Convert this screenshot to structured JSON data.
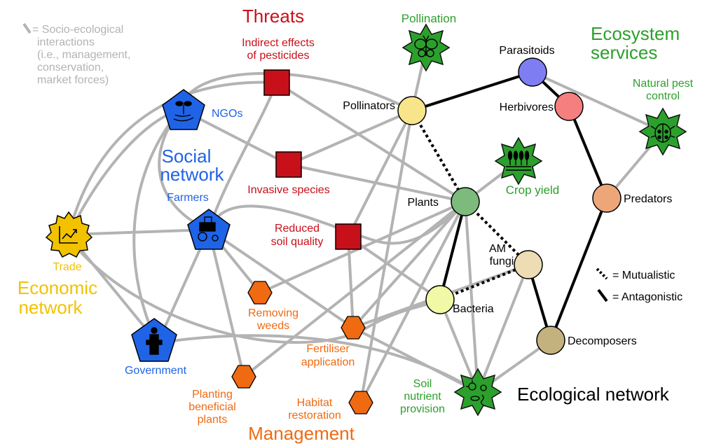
{
  "colors": {
    "threat": "#c8101a",
    "social": "#1f63e6",
    "economic": "#f2c200",
    "management": "#f06a12",
    "services": "#2ca02c",
    "ecology": "#000000",
    "interaction_line": "#b3b3b3"
  },
  "legend": {
    "interaction_line1": "= Socio-ecological",
    "interaction_line2": "interactions",
    "interaction_line3": "(i.e., management,",
    "interaction_line4": "conservation,",
    "interaction_line5": "market forces)",
    "mutualistic": "= Mutualistic",
    "antagonistic": "= Antagonistic"
  },
  "groups": {
    "threats": "Threats",
    "ecosystem_services_1": "Ecosystem",
    "ecosystem_services_2": "services",
    "social_network_1": "Social",
    "social_network_2": "network",
    "economic_network_1": "Economic",
    "economic_network_2": "network",
    "management": "Management",
    "ecological_network": "Ecological network"
  },
  "nodes": {
    "pesticides_1": "Indirect effects",
    "pesticides_2": "of pesticides",
    "invasive": "Invasive species",
    "soil_quality_1": "Reduced",
    "soil_quality_2": "soil quality",
    "ngos": "NGOs",
    "farmers": "Farmers",
    "government": "Government",
    "trade": "Trade",
    "removing_weeds_1": "Removing",
    "removing_weeds_2": "weeds",
    "fertiliser_1": "Fertiliser",
    "fertiliser_2": "application",
    "planting_1": "Planting",
    "planting_2": "beneficial",
    "planting_3": "plants",
    "habitat_1": "Habitat",
    "habitat_2": "restoration",
    "pollination": "Pollination",
    "natural_pest_1": "Natural pest",
    "natural_pest_2": "control",
    "crop_yield": "Crop yield",
    "soil_nutrient_1": "Soil",
    "soil_nutrient_2": "nutrient",
    "soil_nutrient_3": "provision",
    "parasitoids": "Parasitoids",
    "pollinators": "Pollinators",
    "herbivores": "Herbivores",
    "plants": "Plants",
    "predators": "Predators",
    "am_fungi_1": "AM",
    "am_fungi_2": "fungi",
    "bacteria": "Bacteria",
    "decomposers": "Decomposers"
  },
  "icons": {
    "pollination": "butterfly-icon",
    "natural_pest": "ladybug-icon",
    "crop_yield": "wheat-icon",
    "soil_nutrient": "microbe-icon",
    "ngos": "hand-plant-icon",
    "farmers": "tractor-icon",
    "government": "podium-speaker-icon",
    "trade": "rising-chart-icon"
  }
}
